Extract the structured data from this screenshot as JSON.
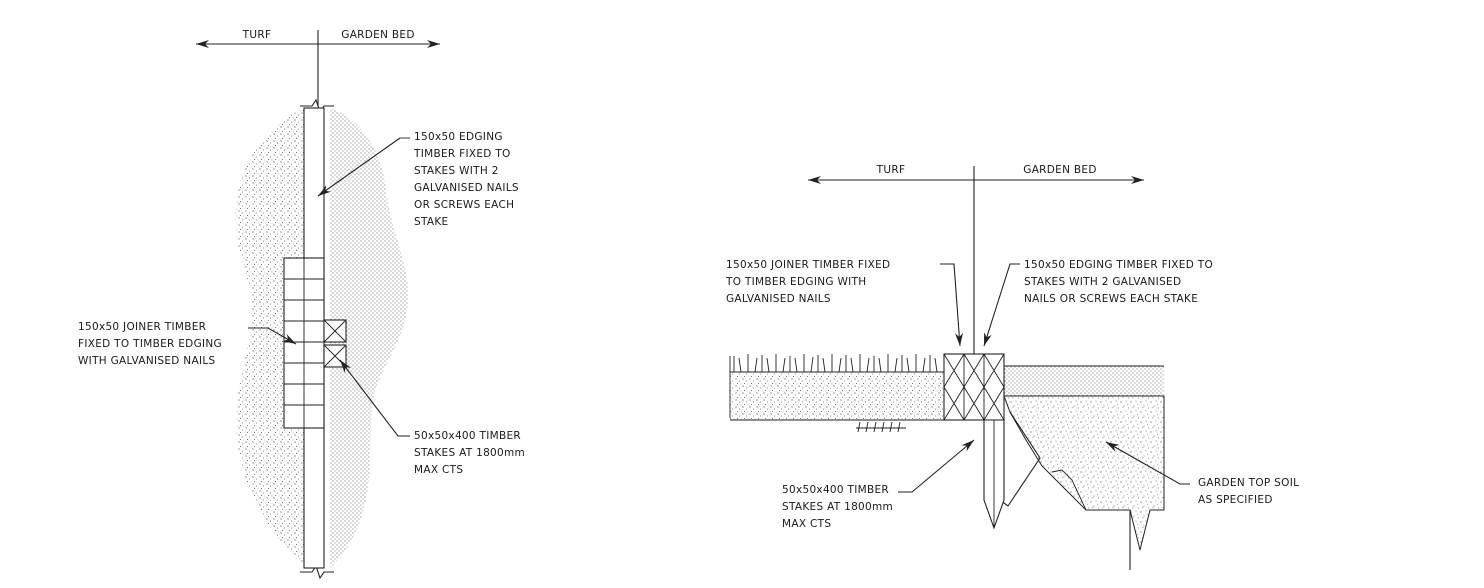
{
  "plan_view": {
    "turf_label": "TURF",
    "garden_bed_label": "GARDEN BED",
    "edging_note": [
      "150x50 EDGING",
      "TIMBER FIXED TO",
      "STAKES WITH 2",
      "GALVANISED NAILS",
      "OR SCREWS EACH",
      "STAKE"
    ],
    "joiner_note": [
      "150x50 JOINER TIMBER",
      "FIXED TO TIMBER EDGING",
      "WITH GALVANISED NAILS"
    ],
    "stake_note": [
      "50x50x400 TIMBER",
      "STAKES AT 1800mm",
      "MAX CTS"
    ]
  },
  "section_view": {
    "turf_label": "TURF",
    "garden_bed_label": "GARDEN BED",
    "joiner_note": [
      "150x50 JOINER TIMBER FIXED",
      "TO TIMBER EDGING WITH",
      "GALVANISED NAILS"
    ],
    "edging_note": [
      "150x50 EDGING TIMBER FIXED TO",
      "STAKES WITH 2 GALVANISED",
      "NAILS OR SCREWS EACH STAKE"
    ],
    "stake_note": [
      "50x50x400 TIMBER",
      "STAKES AT 1800mm",
      "MAX CTS"
    ],
    "soil_note": [
      "GARDEN TOP SOIL",
      "AS SPECIFIED"
    ]
  },
  "colors": {
    "line": "#222222",
    "stipple": "#555555",
    "background": "#ffffff"
  }
}
